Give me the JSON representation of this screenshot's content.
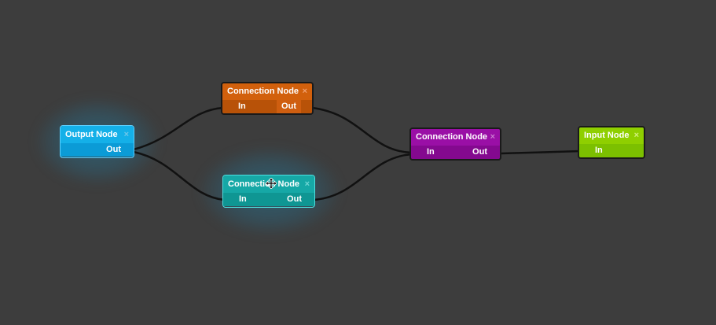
{
  "canvas": {
    "background": "#3d3d3d",
    "wire_color": "#111111"
  },
  "nodes": {
    "output": {
      "title": "Output Node",
      "close_glyph": "×",
      "out_label": "Out",
      "color": "#14b0e8"
    },
    "conn_top": {
      "title": "Connection Node",
      "close_glyph": "×",
      "in_label": "In",
      "out_label": "Out",
      "color": "#d2600c"
    },
    "conn_bottom": {
      "title": "Connection Node",
      "close_glyph": "×",
      "in_label": "In",
      "out_label": "Out",
      "color": "#16a8a6"
    },
    "conn_right": {
      "title": "Connection Node",
      "close_glyph": "×",
      "in_label": "In",
      "out_label": "Out",
      "color": "#9a0fa6"
    },
    "input": {
      "title": "Input Node",
      "close_glyph": "×",
      "in_label": "In",
      "color": "#8fcf00"
    }
  },
  "cursor": {
    "icon": "move-cursor-icon"
  }
}
